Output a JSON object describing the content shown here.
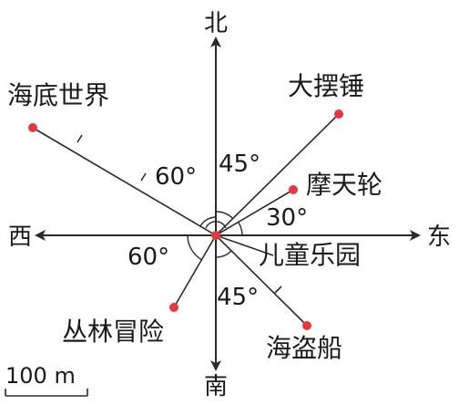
{
  "directions": {
    "north": "北",
    "south": "南",
    "east": "东",
    "west": "西"
  },
  "places": {
    "haidi": "海底世界",
    "dabai": "大摆锤",
    "motian": "摩天轮",
    "ertong": "儿童乐园",
    "conglin": "丛林冒险",
    "haidao": "海盗船"
  },
  "angles": {
    "nw": "60°",
    "ne": "45°",
    "e_ne": "30°",
    "sw": "60°",
    "se": "45°"
  },
  "scale": {
    "label": "100 m"
  },
  "colors": {
    "dot": "#e8373a",
    "line": "#2a2a2a",
    "text": "#1a1a1a"
  }
}
